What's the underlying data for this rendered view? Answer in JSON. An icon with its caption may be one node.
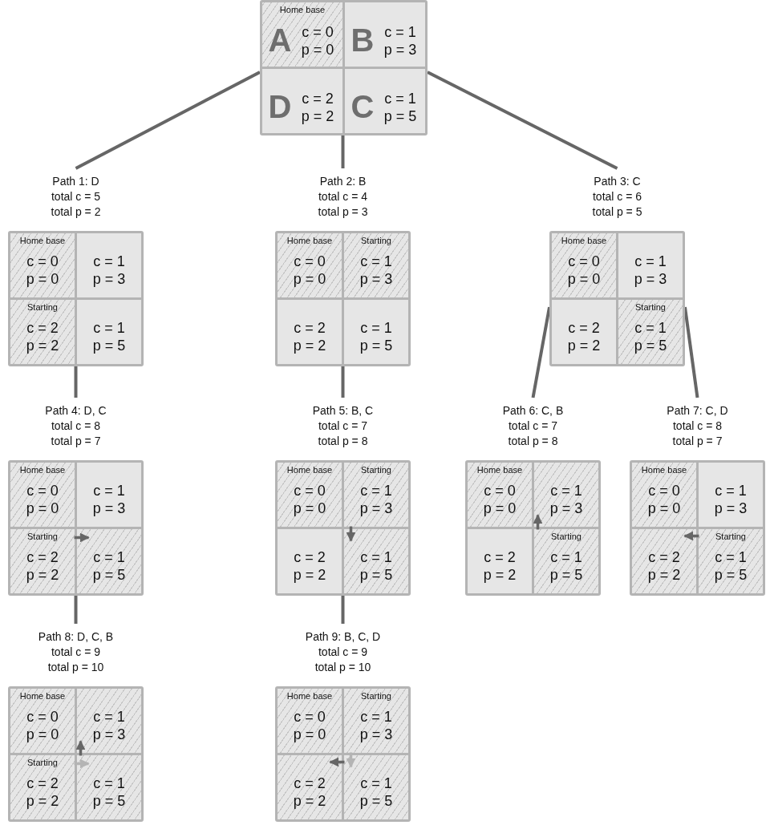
{
  "diagram": {
    "nodes": [
      {
        "text": [],
        "shape": "box"
      },
      {
        "text": [
          "Home base",
          "A",
          "c = 0",
          "p = 0"
        ],
        "in": 0
      },
      {
        "text": [
          "B",
          "c = 1",
          "p = 3"
        ],
        "in": 0
      },
      {
        "text": [
          "D",
          "c = 2",
          "p = 2"
        ],
        "in": 0
      },
      {
        "text": [
          "C",
          "c = 1",
          "p = 5"
        ],
        "in": 0
      },
      {
        "text": [
          "Path 1: D",
          "total c = 5",
          "total p = 2"
        ]
      },
      {
        "text": [
          "Home base",
          "c = 0",
          "p = 0"
        ],
        "in": 5
      },
      {
        "text": [
          "c = 1",
          "p = 3"
        ],
        "in": 5
      },
      {
        "text": [
          "Starting",
          "c = 2",
          "p = 2"
        ],
        "in": 5
      },
      {
        "text": [
          "c = 1",
          "p = 5"
        ],
        "in": 5
      },
      {
        "text": [
          "Path 2: B",
          "total c = 4",
          "total p = 3"
        ]
      },
      {
        "text": [
          "Home base",
          "c = 0",
          "p = 0"
        ],
        "in": 10
      },
      {
        "text": [
          "Starting",
          "c = 1",
          "p = 3"
        ],
        "in": 10
      },
      {
        "text": [
          "c = 2",
          "p = 2"
        ],
        "in": 10
      },
      {
        "text": [
          "c = 1",
          "p = 5"
        ],
        "in": 10
      },
      {
        "text": [
          "Path 3: C",
          "total c = 6",
          "total p = 5"
        ]
      },
      {
        "text": [
          "Home base",
          "c = 0",
          "p = 0"
        ],
        "in": 15
      },
      {
        "text": [
          "c = 1",
          "p = 3"
        ],
        "in": 15
      },
      {
        "text": [
          "c = 2",
          "p = 2"
        ],
        "in": 15
      },
      {
        "text": [
          "Starting",
          "c = 1",
          "p = 5"
        ],
        "in": 15
      },
      {
        "text": [
          "Path 4: D, C",
          "total c = 8",
          "total p = 7"
        ]
      },
      {
        "text": [
          "Home base",
          "c = 0",
          "p = 0"
        ],
        "in": 20
      },
      {
        "text": [
          "c = 1",
          "p = 3"
        ],
        "in": 20
      },
      {
        "text": [
          "Starting",
          "c = 2",
          "p = 2"
        ],
        "in": 20
      },
      {
        "text": [
          "c = 1",
          "p = 5"
        ],
        "in": 20
      },
      {
        "text": [
          "Path 5: B, C",
          "total c = 7",
          "total p = 8"
        ]
      },
      {
        "text": [
          "Home base",
          "c = 0",
          "p = 0"
        ],
        "in": 25
      },
      {
        "text": [
          "Starting",
          "c = 1",
          "p = 3"
        ],
        "in": 25
      },
      {
        "text": [
          "c = 2",
          "p = 2"
        ],
        "in": 25
      },
      {
        "text": [
          "c = 1",
          "p = 5"
        ],
        "in": 25
      },
      {
        "text": [
          "Path 6: C, B",
          "total c = 7",
          "total p = 8"
        ]
      },
      {
        "text": [
          "Home base",
          "c = 0",
          "p = 0"
        ],
        "in": 30
      },
      {
        "text": [
          "c = 1",
          "p = 3"
        ],
        "in": 30
      },
      {
        "text": [
          "c = 2",
          "p = 2"
        ],
        "in": 30
      },
      {
        "text": [
          "Starting",
          "c = 1",
          "p = 5"
        ],
        "in": 30
      },
      {
        "text": [
          "Path 7: C, D",
          "total c = 8",
          "total p = 7"
        ]
      },
      {
        "text": [
          "Home base",
          "c = 0",
          "p = 0"
        ],
        "in": 35
      },
      {
        "text": [
          "c = 1",
          "p = 3"
        ],
        "in": 35
      },
      {
        "text": [
          "c = 2",
          "p = 2"
        ],
        "in": 35
      },
      {
        "text": [
          "Starting",
          "c = 1",
          "p = 5"
        ],
        "in": 35
      },
      {
        "text": [
          "Path 8: D, C, B",
          "total c = 9",
          "total p = 10"
        ]
      },
      {
        "text": [
          "Home base",
          "c = 0",
          "p = 0"
        ],
        "in": 40
      },
      {
        "text": [
          "c = 1",
          "p = 3"
        ],
        "in": 40
      },
      {
        "text": [
          "Starting",
          "c = 2",
          "p = 2"
        ],
        "in": 40
      },
      {
        "text": [
          "c = 1",
          "p = 5"
        ],
        "in": 40
      },
      {
        "text": [
          "Path 9: B, C, D",
          "total c = 9",
          "total p = 10"
        ]
      },
      {
        "text": [
          "Home base",
          "c = 0",
          "p = 0"
        ],
        "in": 45
      },
      {
        "text": [
          "Starting",
          "c = 1",
          "p = 3"
        ],
        "in": 45
      },
      {
        "text": [
          "c = 2",
          "p = 2"
        ],
        "in": 45
      },
      {
        "text": [
          "c = 1",
          "p = 5"
        ],
        "in": 45
      }
    ],
    "edges": [
      {
        "from": 0,
        "to": 5,
        "arrow": "none"
      },
      {
        "from": 0,
        "to": 10,
        "arrow": "none"
      },
      {
        "from": 0,
        "to": 15,
        "arrow": "none"
      },
      {
        "from": 5,
        "to": 20,
        "arrow": "none"
      },
      {
        "from": 10,
        "to": 25,
        "arrow": "none"
      },
      {
        "from": 15,
        "to": 30,
        "arrow": "none"
      },
      {
        "from": 15,
        "to": 35,
        "arrow": "none"
      },
      {
        "from": 20,
        "to": 40,
        "arrow": "none"
      },
      {
        "from": 25,
        "to": 45,
        "arrow": "none"
      },
      {
        "from": 23,
        "to": 24,
        "arrow": "to"
      },
      {
        "from": 27,
        "to": 29,
        "arrow": "to"
      },
      {
        "from": 34,
        "to": 32,
        "arrow": "to"
      },
      {
        "from": 39,
        "to": 38,
        "arrow": "to"
      },
      {
        "from": 43,
        "to": 44,
        "arrow": "to",
        "color": "#b4b4b4"
      },
      {
        "from": 44,
        "to": 42,
        "arrow": "to"
      },
      {
        "from": 47,
        "to": 49,
        "arrow": "to",
        "color": "#b4b4b4"
      },
      {
        "from": 49,
        "to": 48,
        "arrow": "to"
      }
    ]
  }
}
